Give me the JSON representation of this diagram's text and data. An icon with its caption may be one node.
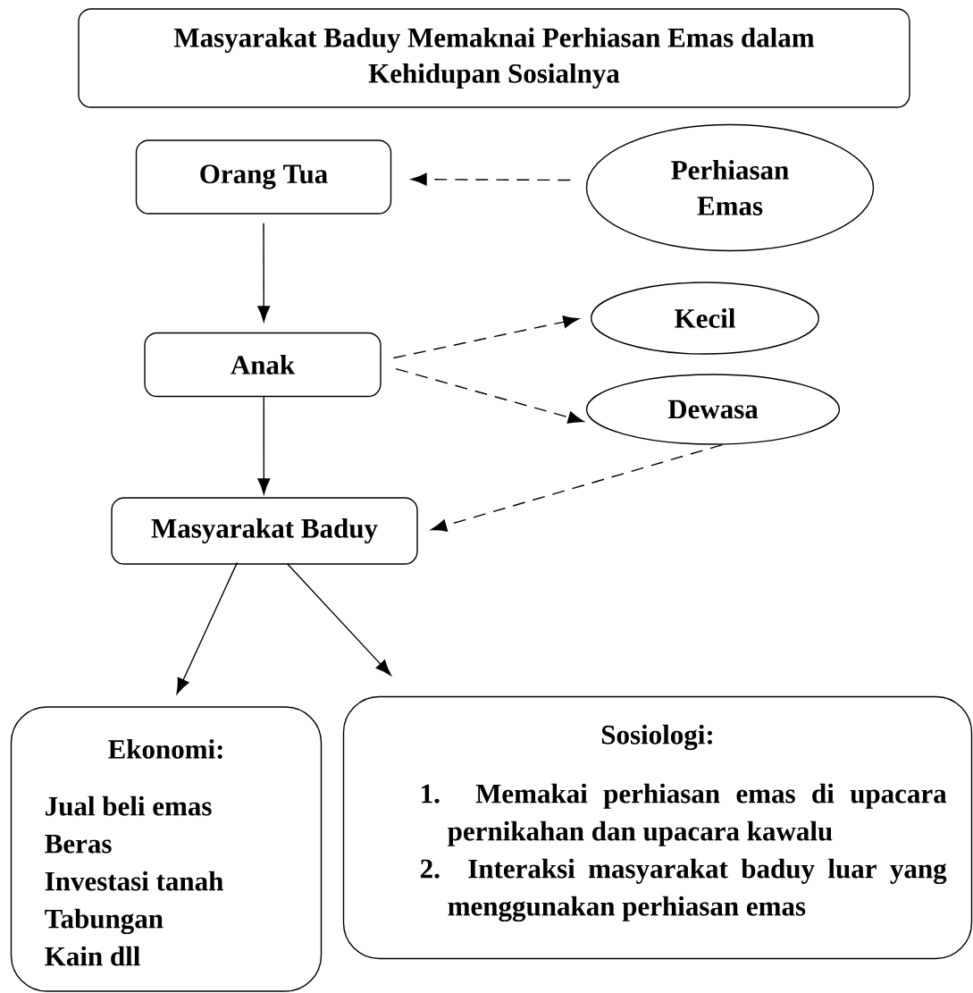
{
  "diagram": {
    "nodes": [
      {
        "text": [
          "Masyarakat Baduy Memaknai Perhiasan Emas dalam Kehidupan Sosialnya"
        ]
      },
      {
        "text": [
          "Orang Tua"
        ]
      },
      {
        "text": [
          "Perhiasan Emas"
        ]
      },
      {
        "text": [
          "Anak"
        ]
      },
      {
        "text": [
          "Kecil"
        ]
      },
      {
        "text": [
          "Dewasa"
        ]
      },
      {
        "text": [
          "Masyarakat Baduy"
        ]
      },
      {
        "text": [
          "Ekonomi:",
          "Jual beli emas",
          "Beras",
          "Investasi tanah",
          "Tabungan",
          "Kain  dll"
        ]
      },
      {
        "text": [
          "Sosiologi:",
          "1. Memakai perhiasan emas di upacara pernikahan dan upacara kawalu",
          "2. Interaksi masyarakat baduy luar yang menggunakan perhiasan emas"
        ]
      }
    ],
    "edges": [
      {
        "from": 2,
        "to": 1,
        "arrow": "to",
        "style": "dashed"
      },
      {
        "from": 1,
        "to": 3,
        "arrow": "to"
      },
      {
        "from": 3,
        "to": 6,
        "arrow": "to"
      },
      {
        "from": 3,
        "to": 4,
        "arrow": "to",
        "style": "dashed"
      },
      {
        "from": 3,
        "to": 5,
        "arrow": "to",
        "style": "dashed"
      },
      {
        "from": 5,
        "to": 6,
        "arrow": "to",
        "style": "dashed"
      },
      {
        "from": 6,
        "to": 7,
        "arrow": "to"
      },
      {
        "from": 6,
        "to": 8,
        "arrow": "to"
      }
    ]
  }
}
